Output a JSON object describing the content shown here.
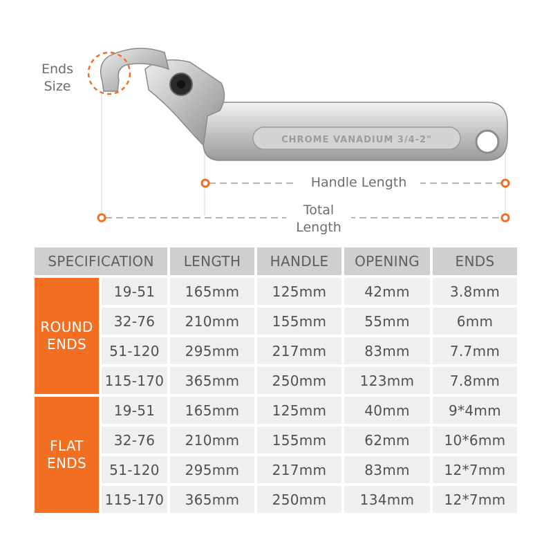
{
  "diagram": {
    "ends_size_line1": "Ends",
    "ends_size_line2": "Size",
    "engraving": "CHROME  VANADIUM  3/4-2\"",
    "handle_length": "Handle Length",
    "total_length_line1": "Total",
    "total_length_line2": "Length",
    "accent_color": "#f26f22"
  },
  "table": {
    "headers": [
      "SPECIFICATION",
      "LENGTH",
      "HANDLE",
      "OPENING",
      "ENDS"
    ],
    "groups": [
      {
        "label_line1": "ROUND",
        "label_line2": "ENDS",
        "rows": [
          [
            "19-51",
            "165mm",
            "125mm",
            "42mm",
            "3.8mm"
          ],
          [
            "32-76",
            "210mm",
            "155mm",
            "55mm",
            "6mm"
          ],
          [
            "51-120",
            "295mm",
            "217mm",
            "83mm",
            "7.7mm"
          ],
          [
            "115-170",
            "365mm",
            "250mm",
            "123mm",
            "7.8mm"
          ]
        ]
      },
      {
        "label_line1": "FLAT",
        "label_line2": "ENDS",
        "rows": [
          [
            "19-51",
            "165mm",
            "125mm",
            "40mm",
            "9*4mm"
          ],
          [
            "32-76",
            "210mm",
            "155mm",
            "62mm",
            "10*6mm"
          ],
          [
            "51-120",
            "295mm",
            "217mm",
            "83mm",
            "12*7mm"
          ],
          [
            "115-170",
            "365mm",
            "250mm",
            "134mm",
            "12*7mm"
          ]
        ]
      }
    ]
  }
}
